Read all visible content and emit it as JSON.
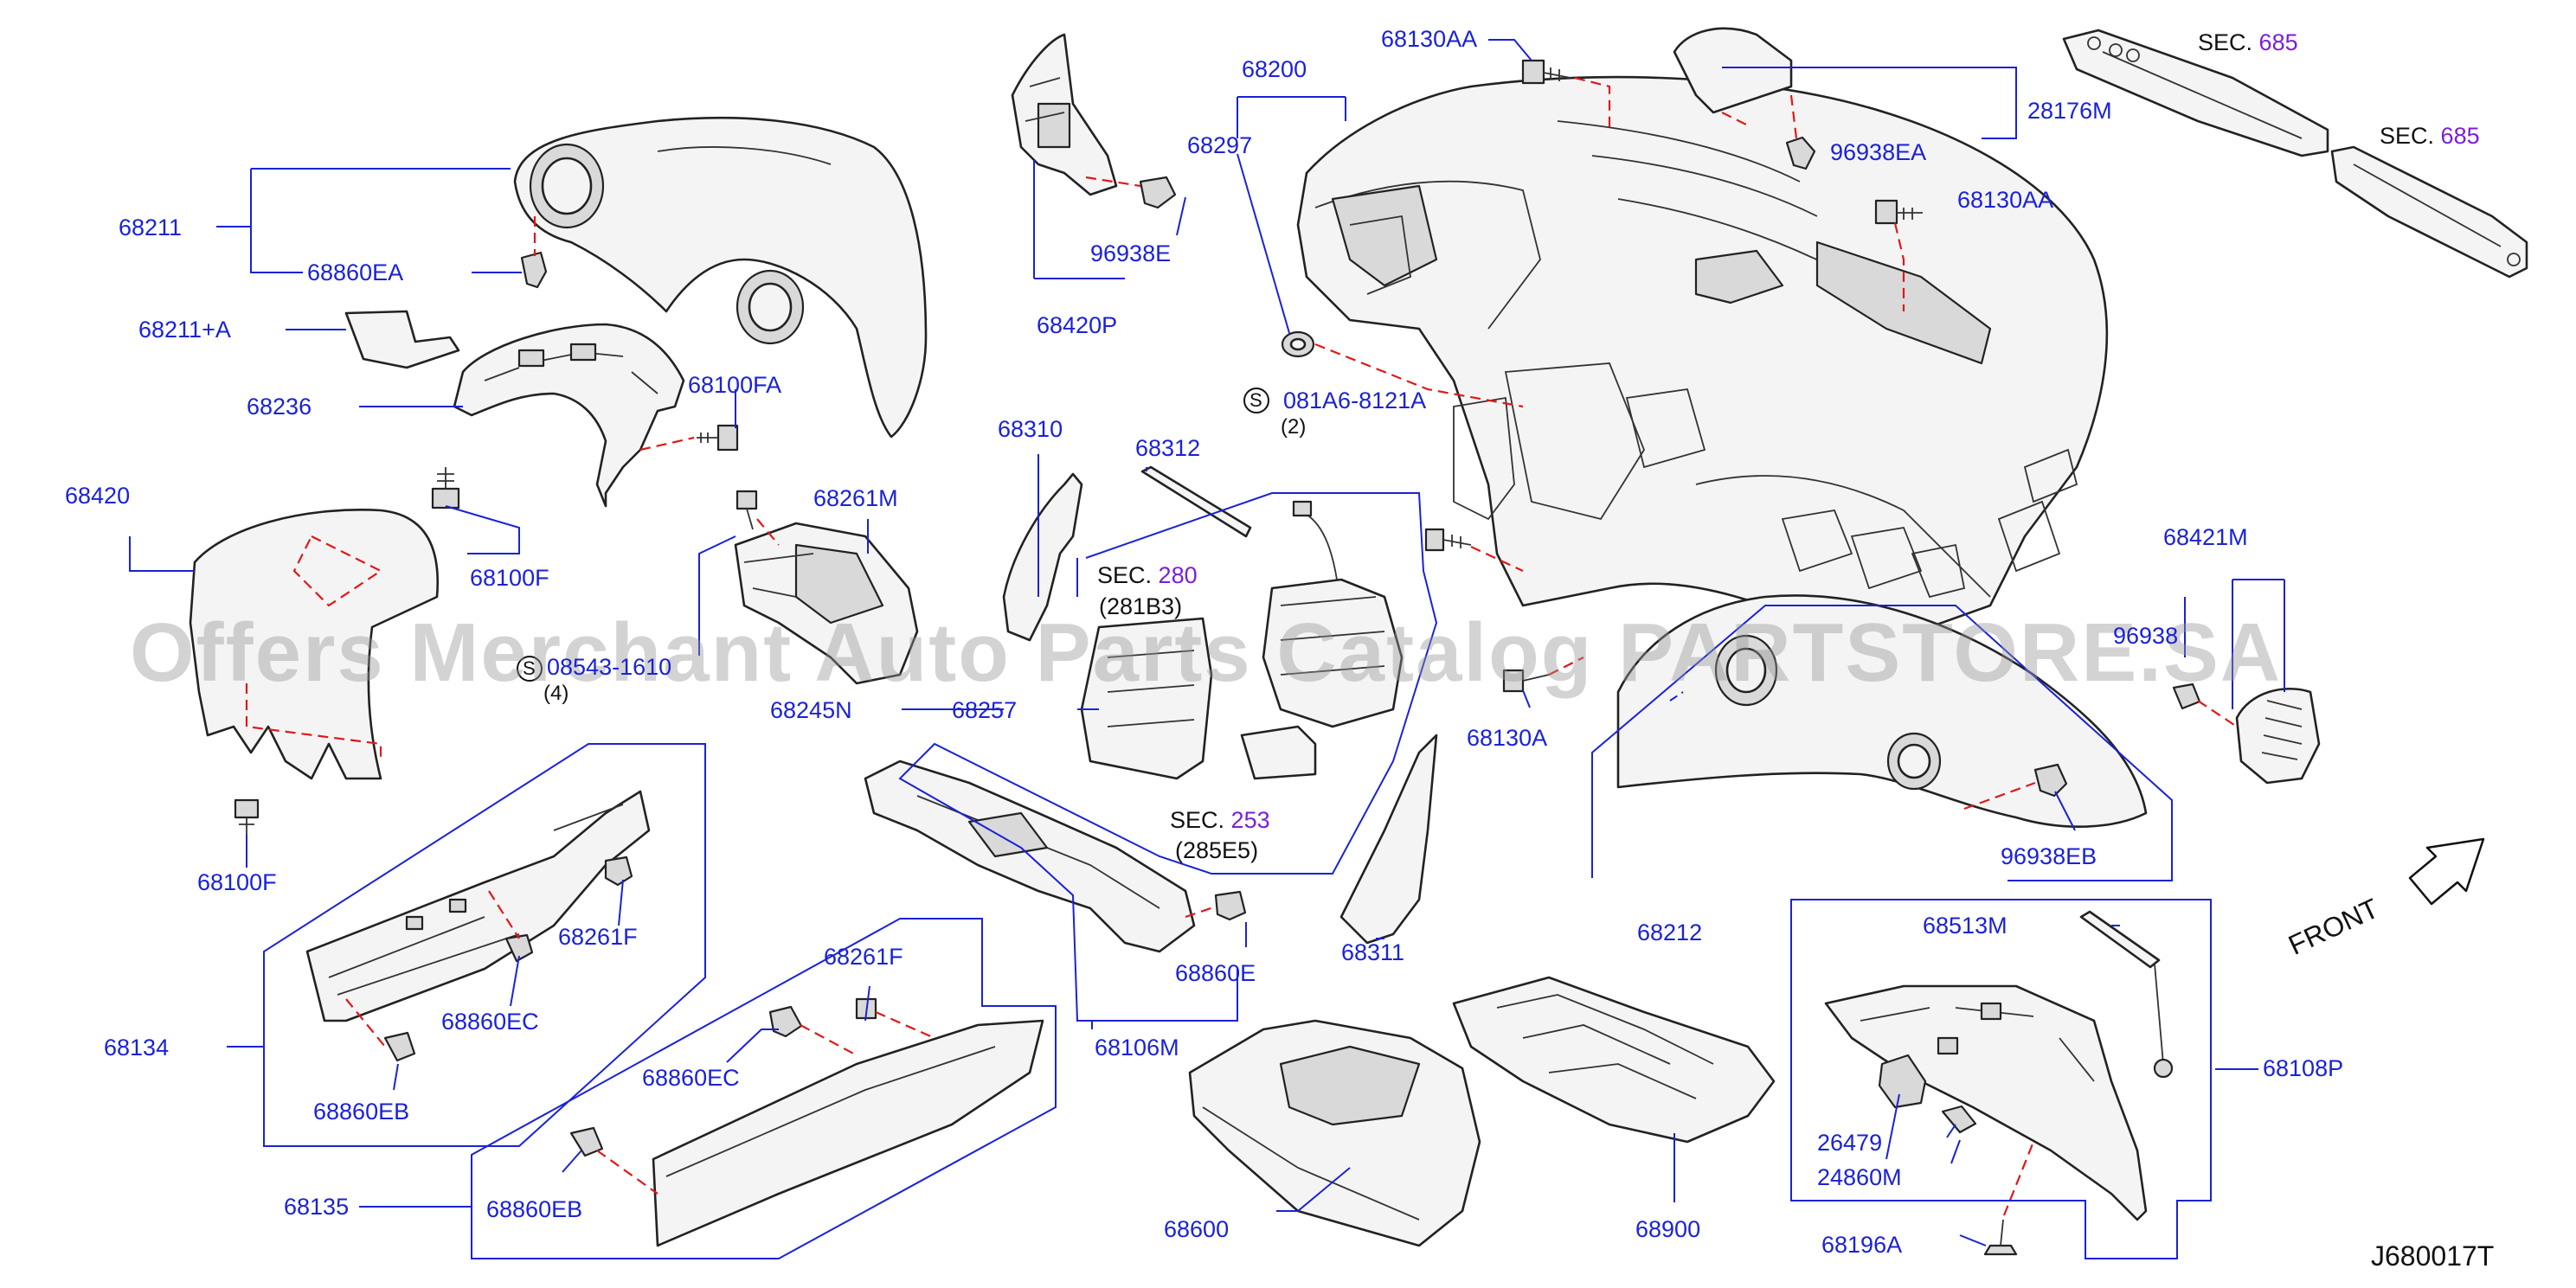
{
  "diagram": {
    "code": "J680017T",
    "front_label": "FRONT",
    "watermark": "Offers Merchant Auto Parts Catalog PARTSTORE.SA",
    "accent_color": "#1a22d6",
    "section_color": "#7a1fd6",
    "dash_color": "#e01818",
    "labels": {
      "p68130AA_top": "68130AA",
      "p68200": "68200",
      "p68297": "68297",
      "p28176M": "28176M",
      "p96938EA": "96938EA",
      "p68130AA_mid": "68130AA",
      "p68211": "68211",
      "p68860EA": "68860EA",
      "p68211A": "68211+A",
      "p68236": "68236",
      "p68100FA": "68100FA",
      "p96938E": "96938E",
      "p68420P": "68420P",
      "s081A6": "081A6-8121A",
      "s081A6_qty": "(2)",
      "p68420": "68420",
      "p68100F_a": "68100F",
      "p68310": "68310",
      "p68312": "68312",
      "p68261M": "68261M",
      "p68421M": "68421M",
      "s08543": "08543-1610",
      "s08543_qty": "(4)",
      "p68245N": "68245N",
      "p68257": "68257",
      "p68130A": "68130A",
      "p68100F_b": "68100F",
      "p68261F_a": "68261F",
      "p68860EC_a": "68860EC",
      "p68134": "68134",
      "p68860EB_a": "68860EB",
      "p68860E": "68860E",
      "p68106M": "68106M",
      "p68311": "68311",
      "p68212": "68212",
      "p96938EB": "96938EB",
      "p68261F_b": "68261F",
      "p68860EC_b": "68860EC",
      "p68135": "68135",
      "p68860EB_b": "68860EB",
      "p68600": "68600",
      "p68900": "68900",
      "p68513M": "68513M",
      "p68108P": "68108P",
      "p26479": "26479",
      "p24860M": "24860M",
      "p68196A": "68196A",
      "p96938_partial": "96938"
    },
    "sections": {
      "sec685_a": {
        "prefix": "SEC.",
        "number": "685"
      },
      "sec685_b": {
        "prefix": "SEC.",
        "number": "685"
      },
      "sec280": {
        "prefix": "SEC.",
        "number": "280",
        "sub": "(281B3)"
      },
      "sec253": {
        "prefix": "SEC.",
        "number": "253",
        "sub": "(285E5)"
      }
    },
    "symbol_s": "S"
  }
}
